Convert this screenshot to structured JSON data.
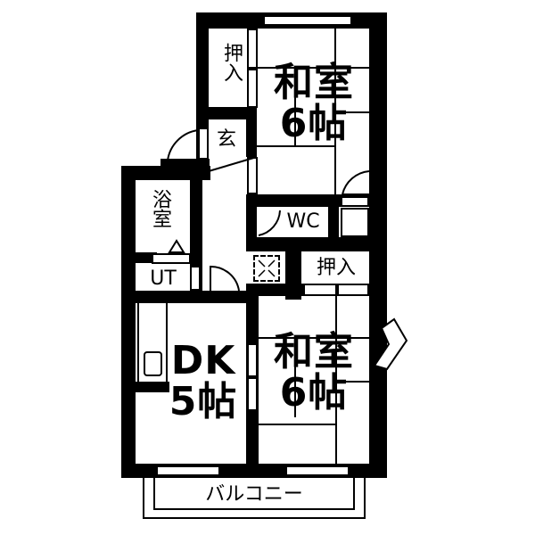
{
  "floor_plan": {
    "rooms": [
      {
        "id": "washitsu_north",
        "name": "和室",
        "size": "6帖"
      },
      {
        "id": "washitsu_south",
        "name": "和室",
        "size": "6帖"
      },
      {
        "id": "dk",
        "name": "DK",
        "size": "5帖"
      },
      {
        "id": "oshiire_north",
        "name": "押入"
      },
      {
        "id": "oshiire_south",
        "name": "押入"
      },
      {
        "id": "genkan",
        "name": "玄"
      },
      {
        "id": "bath",
        "name": "浴室"
      },
      {
        "id": "ut",
        "name": "UT"
      },
      {
        "id": "wc",
        "name": "WC"
      },
      {
        "id": "balcony",
        "name": "バルコニー"
      }
    ],
    "colors": {
      "wall": "#000000",
      "background": "#ffffff"
    }
  }
}
